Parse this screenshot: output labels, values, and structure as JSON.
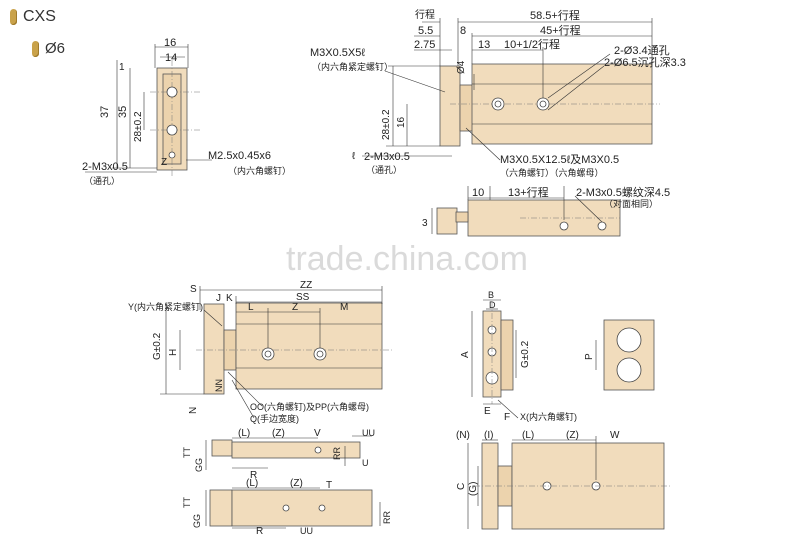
{
  "header": {
    "series": "CXS",
    "bore": "Ø6"
  },
  "labels": {
    "tl_16": "16",
    "tl_14": "14",
    "tl_1": "1",
    "tl_37": "37",
    "tl_35": "35",
    "tl_28": "28±0.2",
    "tl_z": "Z",
    "tl_m3": "2-M3x0.5",
    "tl_thru": "（通孔）",
    "tl_m25": "M2.5x0.45x6",
    "tl_m25_note": "（内六角螺钉）",
    "tr_stroke": "行程",
    "tr_585": "58.5+行程",
    "tr_55": "5.5",
    "tr_8": "8",
    "tr_45": "45+行程",
    "tr_275": "2.75",
    "tr_13": "13",
    "tr_10": "10+1/2行程",
    "tr_m3x05": "M3X0.5X5ℓ",
    "tr_m3x05_note": "（内六角紧定螺钉）",
    "tr_34": "2-Ø3.4通孔",
    "tr_65": "2-Ø6.5沉孔深3.3",
    "tr_dia4": "Ø4",
    "tr_28": "28±0.2",
    "tr_16": "16",
    "tr_l": "ℓ",
    "tr_m3": "2-M3x0.5",
    "tr_thru": "（通孔）",
    "tr_m3x125": "M3X0.5X12.5ℓ及M3X0.5",
    "tr_m3x125_note": "（六角螺钉）（六角螺母）",
    "mr_10": "10",
    "mr_13": "13+行程",
    "mr_m3": "2-M3x0.5螺纹深4.5",
    "mr_note": "（对面相同）",
    "mr_3": "3",
    "watermark": "trade.china.com",
    "bl_s": "S",
    "bl_zz": "ZZ",
    "bl_y": "Y(内六角紧定螺钉)",
    "bl_j": "J",
    "bl_k": "K",
    "bl_ss": "SS",
    "bl_l": "L",
    "bl_z": "Z",
    "bl_m": "M",
    "bl_g": "G±0.2",
    "bl_h": "H",
    "bl_n": "N",
    "bl_nn": "NN",
    "bl_oo": "OO(六角螺钉)及PP(六角螺母)",
    "bl_q": "Q(手边宽度)",
    "bm_a": "A",
    "bm_b": "B",
    "bm_d": "D",
    "bm_g": "G±0.2",
    "bm_e": "E",
    "bm_f": "F",
    "bm_x": "X(内六角螺钉)",
    "bm_p": "P",
    "b1_tt": "TT",
    "b1_gg": "GG",
    "b1_l": "(L)",
    "b1_z": "(Z)",
    "b1_v": "V",
    "b1_uu": "UU",
    "b1_r": "R",
    "b1_rr": "RR",
    "b1_u": "U",
    "b2_tt": "TT",
    "b2_gg": "GG",
    "b2_l": "(L)",
    "b2_z": "(Z)",
    "b2_t": "T",
    "b2_r": "R",
    "b2_uu": "UU",
    "b2_rr": "RR",
    "br_n": "(N)",
    "br_i": "(I)",
    "br_l": "(L)",
    "br_z": "(Z)",
    "br_w": "W",
    "br_c": "C",
    "br_g": "(G)"
  }
}
